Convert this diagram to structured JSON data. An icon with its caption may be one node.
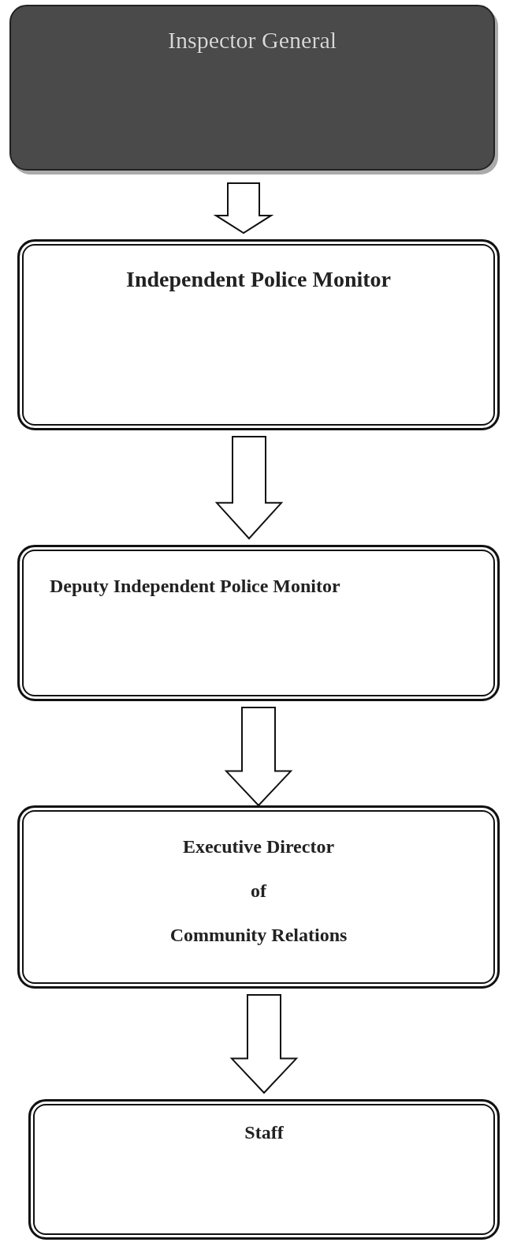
{
  "diagram": {
    "nodes": [
      {
        "text": [
          "Inspector General"
        ]
      },
      {
        "text": [
          "Independent Police Monitor"
        ]
      },
      {
        "text": [
          "Deputy Independent Police Monitor"
        ]
      },
      {
        "text": [
          "Executive Director",
          "of",
          "Community Relations"
        ]
      },
      {
        "text": [
          "Staff"
        ]
      }
    ],
    "edges": [
      {
        "from": 0,
        "to": 1,
        "arrow": "to"
      },
      {
        "from": 1,
        "to": 2,
        "arrow": "to"
      },
      {
        "from": 2,
        "to": 3,
        "arrow": "to"
      },
      {
        "from": 3,
        "to": 4,
        "arrow": "to"
      }
    ]
  }
}
